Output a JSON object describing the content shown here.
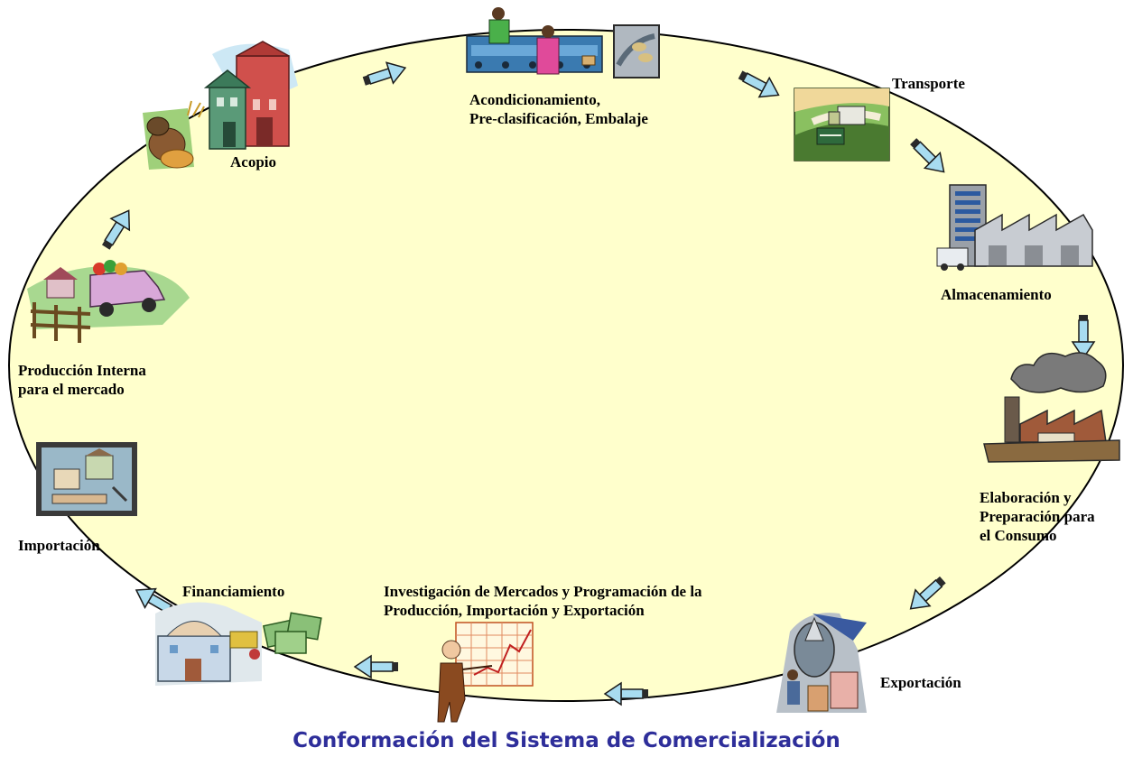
{
  "diagram": {
    "title": "Conformación del Sistema de Comercialización",
    "colors": {
      "ellipse_fill": "#ffffcc",
      "ellipse_stroke": "#000000",
      "arrow_fill": "#a8dcf0",
      "arrow_stroke": "#1a1a1a",
      "title_color": "#2e2e9a"
    },
    "nodes": [
      {
        "id": "acopio",
        "label_lines": [
          "Acopio"
        ],
        "icon": "grain-elevator-icon"
      },
      {
        "id": "acondicionamiento",
        "label_lines": [
          "Acondicionamiento,",
          "Pre-clasificación, Embalaje"
        ],
        "icon": "sorting-workers-icon"
      },
      {
        "id": "transporte",
        "label_lines": [
          "Transporte"
        ],
        "icon": "truck-landscape-icon"
      },
      {
        "id": "almacenamiento",
        "label_lines": [
          "Almacenamiento"
        ],
        "icon": "warehouse-icon"
      },
      {
        "id": "elaboracion",
        "label_lines": [
          "Elaboración y",
          "Preparación para",
          "el Consumo"
        ],
        "icon": "factory-icon"
      },
      {
        "id": "exportacion",
        "label_lines": [
          "Exportación"
        ],
        "icon": "export-plane-icon"
      },
      {
        "id": "investigacion",
        "label_lines": [
          "Investigación de Mercados y Programación de la",
          "Producción, Importación y Exportación"
        ],
        "icon": "presenter-chart-icon"
      },
      {
        "id": "financiamiento",
        "label_lines": [
          "Financiamiento"
        ],
        "icon": "bank-money-icon"
      },
      {
        "id": "importacion",
        "label_lines": [
          "Importación"
        ],
        "icon": "harbor-picture-icon"
      },
      {
        "id": "produccion",
        "label_lines": [
          "Producción Interna",
          "para el mercado"
        ],
        "icon": "farm-truck-icon"
      }
    ]
  }
}
